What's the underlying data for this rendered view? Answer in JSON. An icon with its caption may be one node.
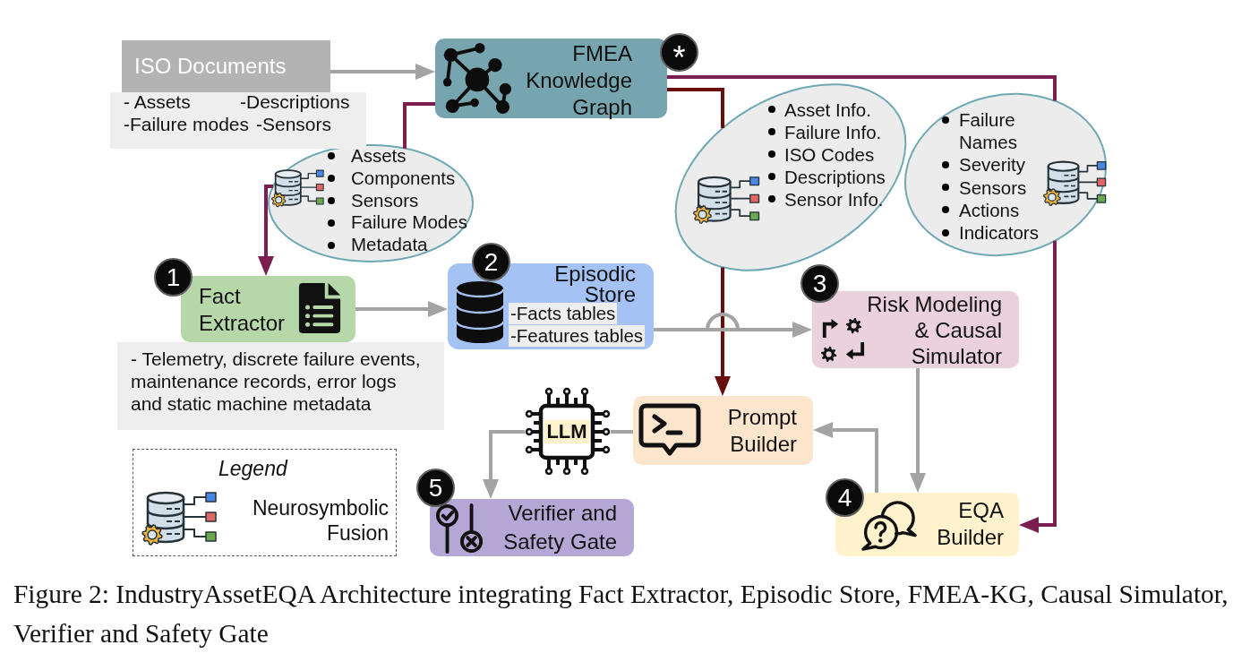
{
  "diagram": {
    "caption": "Figure 2: IndustryAssetEQA Architecture integrating Fact Extractor, Episodic Store, FMEA-KG, Causal Simulator, Verifier and Safety Gate",
    "nodes": [
      {
        "text": [
          "ISO Documents"
        ]
      },
      {
        "text": [
          "- Assets",
          "-Descriptions",
          "-Failure modes",
          "-Sensors"
        ]
      },
      {
        "text": [
          "FMEA Knowledge Graph"
        ]
      },
      {
        "text": [
          "*"
        ]
      },
      {
        "text": [
          "Assets",
          "Components",
          "Sensors",
          "Failure Modes",
          "Metadata"
        ]
      },
      {
        "text": [
          "Asset Info.",
          "Failure Info.",
          "ISO Codes",
          "Descriptions",
          "Sensor Info."
        ]
      },
      {
        "text": [
          "Failure Names",
          "Severity",
          "Sensors",
          "Actions",
          "Indicators"
        ]
      },
      {
        "text": [
          "1"
        ]
      },
      {
        "text": [
          "Fact Extractor"
        ]
      },
      {
        "text": [
          "2"
        ]
      },
      {
        "text": [
          "Episodic Store",
          "-Facts tables",
          "-Features tables"
        ]
      },
      {
        "text": [
          "3"
        ]
      },
      {
        "text": [
          "Risk Modeling & Causal Simulator"
        ]
      },
      {
        "text": [
          "- Telemetry, discrete failure events, maintenance records, error logs and static machine metadata"
        ]
      },
      {
        "text": [
          "LLM"
        ]
      },
      {
        "text": [
          "Prompt Builder"
        ]
      },
      {
        "text": [
          "5"
        ]
      },
      {
        "text": [
          "Verifier and Safety Gate"
        ]
      },
      {
        "text": [
          "4"
        ]
      },
      {
        "text": [
          "EQA Builder"
        ]
      }
    ],
    "edges": [
      {
        "from": 0,
        "to": 2,
        "arrow": "to"
      },
      {
        "from": 2,
        "to": 4,
        "arrow": "none",
        "color": "#7b1d4e"
      },
      {
        "from": 4,
        "to": 8,
        "arrow": "to",
        "color": "#7b1d4e"
      },
      {
        "from": 8,
        "to": 10,
        "arrow": "to"
      },
      {
        "from": 10,
        "to": 12,
        "arrow": "to"
      },
      {
        "from": 2,
        "to": 5,
        "arrow": "none",
        "color": "#6a0d0d"
      },
      {
        "from": 5,
        "to": 15,
        "arrow": "to",
        "color": "#6a0d0d"
      },
      {
        "from": 2,
        "to": 6,
        "arrow": "none",
        "color": "#7b1d4e"
      },
      {
        "from": 6,
        "to": 19,
        "arrow": "to",
        "color": "#7b1d4e"
      },
      {
        "from": 12,
        "to": 19,
        "arrow": "to"
      },
      {
        "from": 19,
        "to": 15,
        "arrow": "to"
      },
      {
        "from": 15,
        "to": 14,
        "arrow": "none"
      },
      {
        "from": 14,
        "to": 17,
        "arrow": "to"
      }
    ],
    "labels": [
      "Legend"
    ],
    "legend": [
      {
        "text": "Neurosymbolic Fusion"
      }
    ]
  }
}
